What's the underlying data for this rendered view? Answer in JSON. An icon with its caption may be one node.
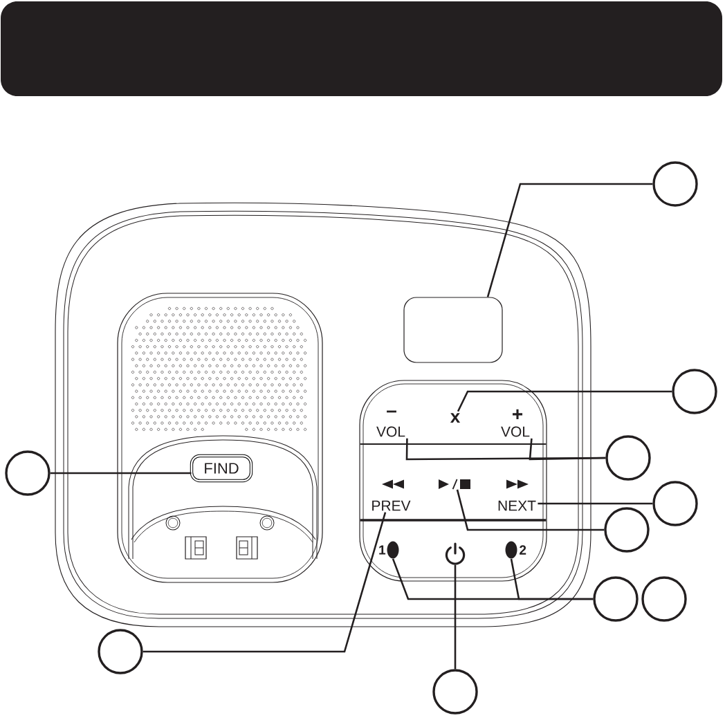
{
  "diagram": {
    "nodes": [
      {
        "text": [],
        "shape": "circle"
      },
      {
        "text": [],
        "shape": "box"
      },
      {
        "text": [],
        "shape": "circle"
      },
      {
        "text": [
          "x"
        ]
      },
      {
        "text": [
          "VOL"
        ],
        "beside": [
          "–"
        ]
      },
      {
        "text": [
          "VOL"
        ],
        "beside": [
          "+"
        ]
      },
      {
        "text": [],
        "shape": "circle"
      },
      {
        "text": [
          "FIND"
        ]
      },
      {
        "text": [],
        "shape": "circle"
      },
      {
        "text": [],
        "shape": "picture"
      },
      {
        "text": [],
        "shape": "circle"
      },
      {
        "text": [
          "PREV"
        ]
      },
      {
        "text": [
          "NEXT"
        ]
      },
      {
        "text": [],
        "shape": "circle"
      },
      {
        "text": [],
        "shape": "oval",
        "beside": [
          "1"
        ]
      },
      {
        "text": [],
        "shape": "picture"
      },
      {
        "text": [],
        "shape": "oval",
        "beside": [
          "2"
        ]
      },
      {
        "text": [],
        "shape": "circle"
      },
      {
        "text": [],
        "shape": "circle"
      },
      {
        "text": [],
        "shape": "circle"
      },
      {
        "text": [],
        "shape": "circle"
      }
    ],
    "edges": [
      {
        "from": 0,
        "to": 1,
        "arrow": "none"
      },
      {
        "from": 2,
        "to": 3,
        "arrow": "none"
      },
      {
        "from": 6,
        "to": 4,
        "arrow": "none"
      },
      {
        "from": 6,
        "to": 5,
        "arrow": "none"
      },
      {
        "from": 8,
        "to": 7,
        "arrow": "none"
      },
      {
        "from": 10,
        "to": 12,
        "arrow": "none"
      },
      {
        "from": 13,
        "to": 9,
        "arrow": "none"
      },
      {
        "from": 17,
        "to": 14,
        "arrow": "none"
      },
      {
        "from": 17,
        "to": 16,
        "arrow": "none"
      },
      {
        "from": 19,
        "to": 11,
        "arrow": "none"
      },
      {
        "from": 20,
        "to": 15,
        "arrow": "none"
      }
    ]
  }
}
